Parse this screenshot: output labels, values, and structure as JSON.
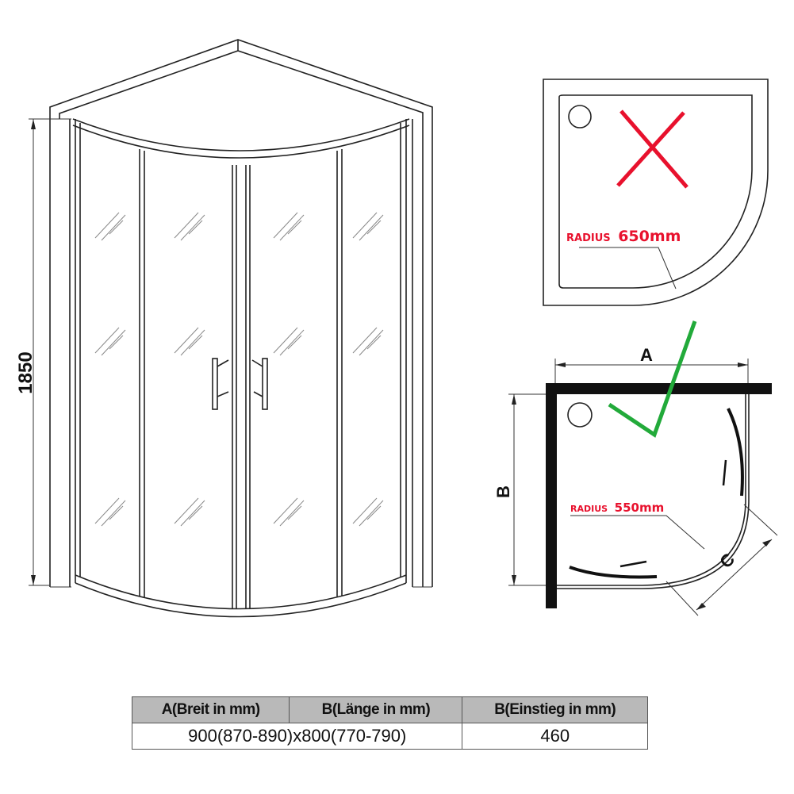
{
  "dimensions": {
    "height_label": "1850",
    "width_label": "A",
    "length_label": "B",
    "entry_label": "C"
  },
  "wrong_tray": {
    "radius_word": "RADIUS",
    "radius_value": "650mm"
  },
  "correct_tray": {
    "radius_word": "RADIUS",
    "radius_value": "550mm"
  },
  "colors": {
    "red": "#e8112d",
    "green": "#22aa3a",
    "header_bg": "#b9b9b9"
  },
  "table": {
    "headers": [
      "A(Breit in mm)",
      "B(Länge in mm)",
      "B(Einstieg in mm)"
    ],
    "row": {
      "size": "900(870-890)x800(770-790)",
      "entry": "460"
    }
  }
}
